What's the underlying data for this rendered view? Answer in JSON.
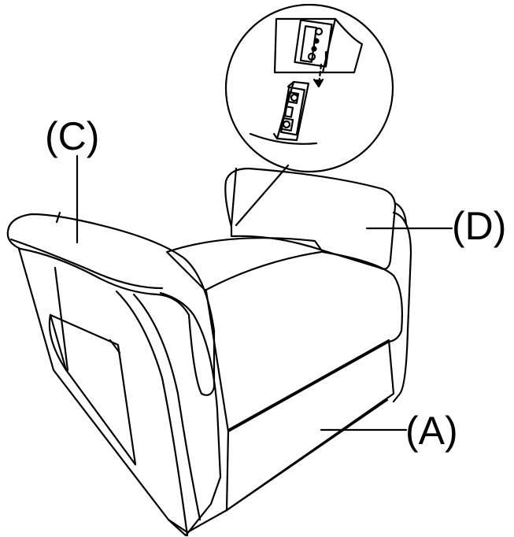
{
  "labels": {
    "c": "(C)",
    "d": "(D)",
    "a": "(A)"
  },
  "colors": {
    "stroke": "#000000",
    "background": "#ffffff"
  }
}
